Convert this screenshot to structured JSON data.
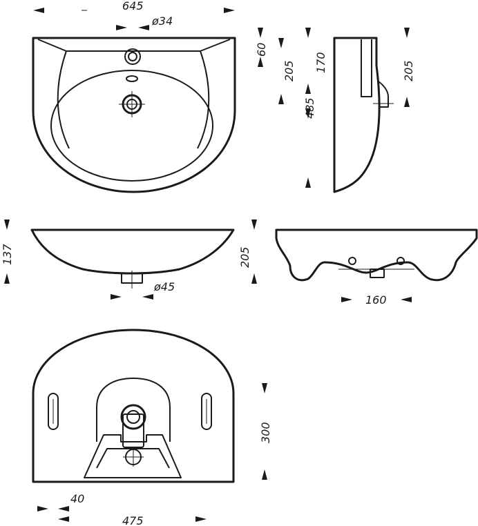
{
  "dimensions": {
    "width_total": "645",
    "tap_hole": "ø34",
    "rim_height": "60",
    "front_height_a": "205",
    "side_height_upper": "170",
    "depth": "485",
    "side_height_right": "205",
    "bowl_height": "137",
    "front_height_b": "205",
    "waste_hole": "ø45",
    "waste_spacing": "160",
    "mounting_height": "300",
    "edge_offset": "40",
    "mounting_width": "475"
  },
  "views": [
    "top-view",
    "side-view",
    "front-view",
    "back-view",
    "rear-view"
  ],
  "icons": [
    "arrow-left-icon",
    "arrow-right-icon",
    "arrow-up-icon",
    "arrow-down-icon"
  ]
}
